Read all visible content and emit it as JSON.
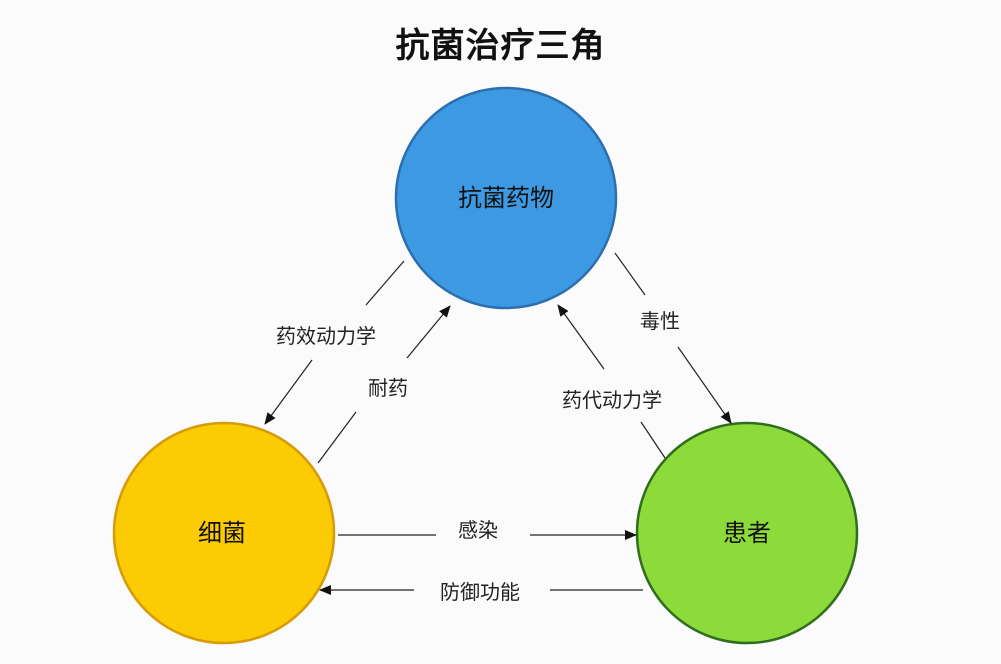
{
  "title": "抗菌治疗三角",
  "nodes": {
    "drug": {
      "label": "抗菌药物",
      "fill": "#3d9ae2",
      "stroke": "#2c6fb0"
    },
    "bacteria": {
      "label": "细菌",
      "fill": "#fccb04",
      "stroke": "#d59b0a"
    },
    "patient": {
      "label": "患者",
      "fill": "#8ddb3a",
      "stroke": "#2f6e1e"
    }
  },
  "edges": {
    "pharmacodynamics": "药效动力学",
    "resistance": "耐药",
    "toxicity": "毒性",
    "pharmacokinetics": "药代动力学",
    "infection": "感染",
    "defense": "防御功能"
  }
}
